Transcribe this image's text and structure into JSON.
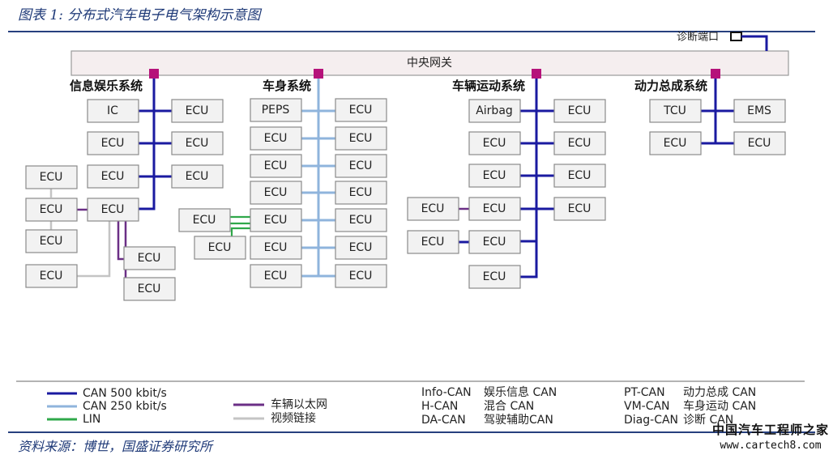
{
  "figure_title": "图表 1:  分布式汽车电子电气架构示意图",
  "source": "资料来源：博世，国盛证券研究所",
  "gateway": "中央网关",
  "diag_port": "诊断端口",
  "groups": {
    "infotainment": "信息娱乐系统",
    "body": "车身系统",
    "chassis": "车辆运动系统",
    "powertrain": "动力总成系统"
  },
  "ecus": {
    "ic": "IC",
    "ecu": "ECU",
    "peps": "PEPS",
    "airbag": "Airbag",
    "tcu": "TCU",
    "ems": "EMS"
  },
  "legend": {
    "lines": [
      {
        "label": "CAN 500 kbit/s",
        "color": "#1a1aa0"
      },
      {
        "label": "CAN 250 kbit/s",
        "color": "#8fb4dc"
      },
      {
        "label": "LIN",
        "color": "#2fa84a"
      },
      {
        "label": "车辆以太网",
        "color": "#6b2f86"
      },
      {
        "label": "视频链接",
        "color": "#c4c4c4"
      }
    ],
    "abbr": [
      {
        "code": "Info-CAN",
        "desc": "娱乐信息 CAN"
      },
      {
        "code": "H-CAN",
        "desc": "混合 CAN"
      },
      {
        "code": "DA-CAN",
        "desc": "驾驶辅助CAN"
      },
      {
        "code": "PT-CAN",
        "desc": "动力总成 CAN"
      },
      {
        "code": "VM-CAN",
        "desc": "车身运动 CAN"
      },
      {
        "code": "Diag-CAN",
        "desc": "诊断 CAN"
      }
    ]
  },
  "watermark": {
    "name": "中国汽车工程师之家",
    "url": "www.cartech8.com"
  },
  "colors": {
    "can500": "#1a1aa0",
    "can250": "#8fb4dc",
    "lin": "#2fa84a",
    "ethernet": "#6b2f86",
    "video": "#c4c4c4",
    "node": "#b5127a",
    "box_fill": "#f2f2f2",
    "box_stroke": "#8a8a8a",
    "gateway_fill": "#f5eeef"
  }
}
